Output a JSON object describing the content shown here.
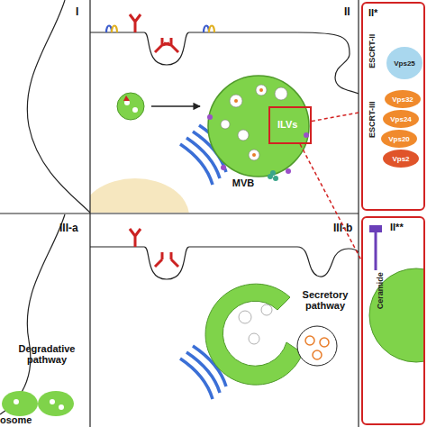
{
  "diagram": {
    "nodes": [
      {
        "text": [
          "I"
        ]
      },
      {
        "text": [
          "II"
        ]
      },
      {
        "text": [
          "ILVs"
        ],
        "in": 1
      },
      {
        "text": [
          "II*"
        ]
      },
      {
        "text": [
          "Vps25"
        ],
        "in": 3
      },
      {
        "text": [
          "Vps32"
        ],
        "in": 3
      },
      {
        "text": [
          "Vps24"
        ],
        "in": 3
      },
      {
        "text": [
          "Vps20"
        ],
        "in": 3
      },
      {
        "text": [
          "Vps2"
        ],
        "in": 3
      },
      {
        "text": [
          "III-a"
        ]
      },
      {
        "text": [
          "III-b"
        ]
      },
      {
        "text": [
          "II**"
        ]
      }
    ],
    "edges": [
      {
        "from": 2,
        "to": 3,
        "arrow": "none"
      },
      {
        "from": 2,
        "to": 11,
        "arrow": "none"
      }
    ],
    "labels": [
      "MVB",
      "ESCRT-II",
      "ESCRT-III",
      "Degradative pathway",
      "osome",
      "Secretory pathway",
      "Ceramide"
    ]
  }
}
